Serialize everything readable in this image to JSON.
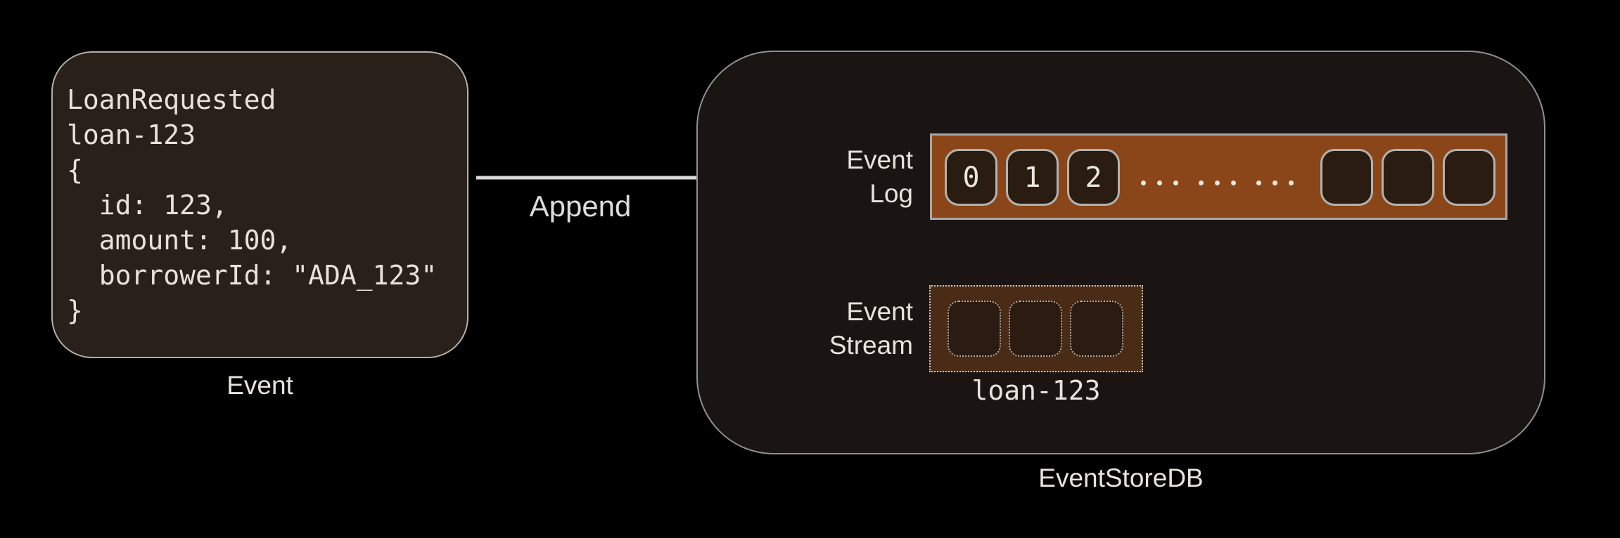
{
  "event_card": {
    "code": "LoanRequested\nloan-123\n{\n  id: 123,\n  amount: 100,\n  borrowerId: \"ADA_123\"\n}",
    "caption": "Event"
  },
  "append_arrow": {
    "label": "Append"
  },
  "event_store": {
    "caption": "EventStoreDB",
    "event_log": {
      "label_line1": "Event",
      "label_line2": "Log",
      "numbered_cells": [
        "0",
        "1",
        "2"
      ],
      "ellipsis_groups": 3,
      "dots_per_group": 3,
      "empty_cells": 3
    },
    "event_stream": {
      "label_line1": "Event",
      "label_line2": "Stream",
      "cells": 3,
      "stream_name": "loan-123"
    }
  },
  "colors": {
    "background": "#000000",
    "event_card_fill": "#2a201a",
    "event_card_border": "#b5afa8",
    "store_fill": "#1a1512",
    "store_border": "#8f8f8f",
    "log_bar_fill": "#8a4618",
    "log_bar_border": "#a8a8a8",
    "cell_fill": "#2a1c10",
    "cell_border": "#b2b2b2",
    "stream_box_fill": "#4a2b15",
    "stream_border": "#cdc7bf",
    "arrow": "#d9d9d9",
    "text": "#e7e3dc"
  }
}
